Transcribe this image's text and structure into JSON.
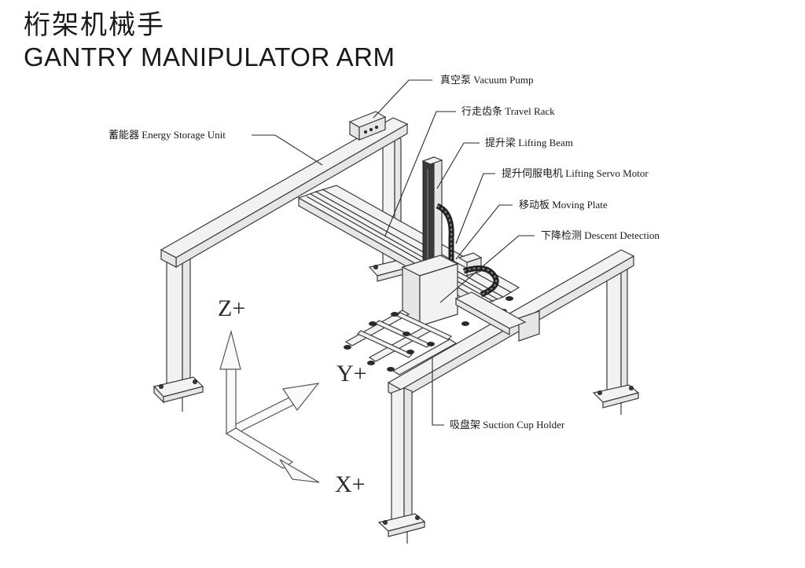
{
  "header": {
    "title_cn": "桁架机械手",
    "title_en": "GANTRY MANIPULATOR ARM"
  },
  "labels": {
    "vacuum_pump": "真空泵 Vacuum Pump",
    "travel_rack": "行走齿条 Travel Rack",
    "energy_storage": "蓄能器 Energy Storage Unit",
    "lifting_beam": "提升梁 Lifting Beam",
    "servo_motor": "提升伺服电机 Lifting Servo Motor",
    "moving_plate": "移动板 Moving Plate",
    "descent_detection": "下降检测 Descent Detection",
    "suction_holder": "吸盘架 Suction Cup Holder"
  },
  "axes": {
    "z": "Z+",
    "y": "Y+",
    "x": "X+"
  }
}
